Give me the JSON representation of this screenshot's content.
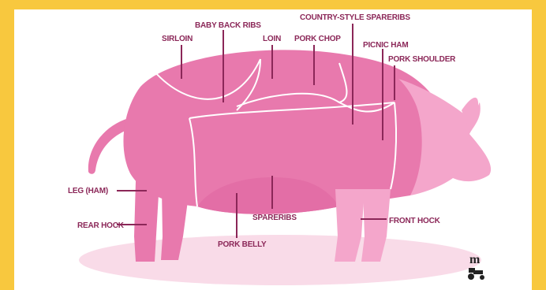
{
  "labels": {
    "baby_back_ribs": "BABY BACK RIBS",
    "country_style_spareribs": "COUNTRY-STYLE SPARERIBS",
    "sirloin": "SIRLOIN",
    "loin": "LOIN",
    "pork_chop": "PORK CHOP",
    "picnic_ham": "PICNIC HAM",
    "pork_shoulder": "PORK SHOULDER",
    "leg_ham": "LEG (HAM)",
    "rear_hock": "REAR HOCK",
    "spareribs": "SPARERIBS",
    "pork_belly": "PORK BELLY",
    "front_hock": "FRONT HOCK"
  },
  "logo": {
    "letter": "m"
  },
  "colors": {
    "background": "#f8c83e",
    "card": "#ffffff",
    "body": "#e879ad",
    "light": "#f4a6cb",
    "line": "#8b2758",
    "label": "#8b2758",
    "shadow": "#f9dbe8"
  }
}
